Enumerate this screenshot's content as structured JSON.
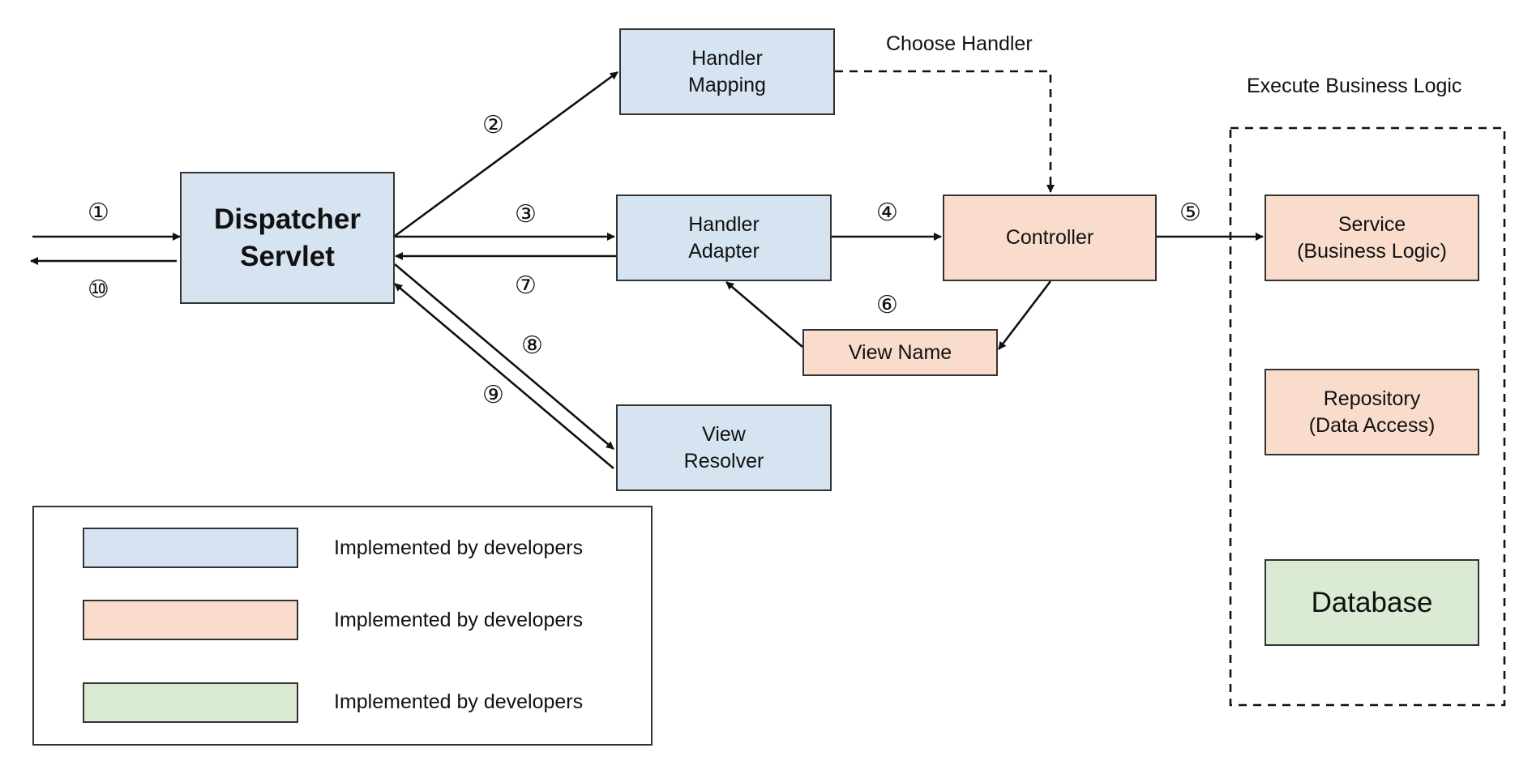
{
  "nodes": {
    "dispatcher": "Dispatcher\nServlet",
    "handler_mapping": "Handler\nMapping",
    "handler_adapter": "Handler\nAdapter",
    "view_resolver": "View\nResolver",
    "controller": "Controller",
    "view_name": "View Name",
    "service": "Service\n(Business Logic)",
    "repository": "Repository\n(Data Access)",
    "database": "Database"
  },
  "labels": {
    "choose_handler": "Choose Handler",
    "execute_business_logic": "Execute Business Logic"
  },
  "steps": [
    "①",
    "②",
    "③",
    "④",
    "⑤",
    "⑥",
    "⑦",
    "⑧",
    "⑨",
    "⑩"
  ],
  "legend": [
    {
      "label": "Implemented by developers",
      "color": "#d6e4f2"
    },
    {
      "label": "Implemented by developers",
      "color": "#f9dccc"
    },
    {
      "label": "Implemented by developers",
      "color": "#dbead2"
    }
  ],
  "colors": {
    "framework": "#d6e4f2",
    "developer": "#f9dccc",
    "database": "#dbead2",
    "stroke": "#111111"
  }
}
